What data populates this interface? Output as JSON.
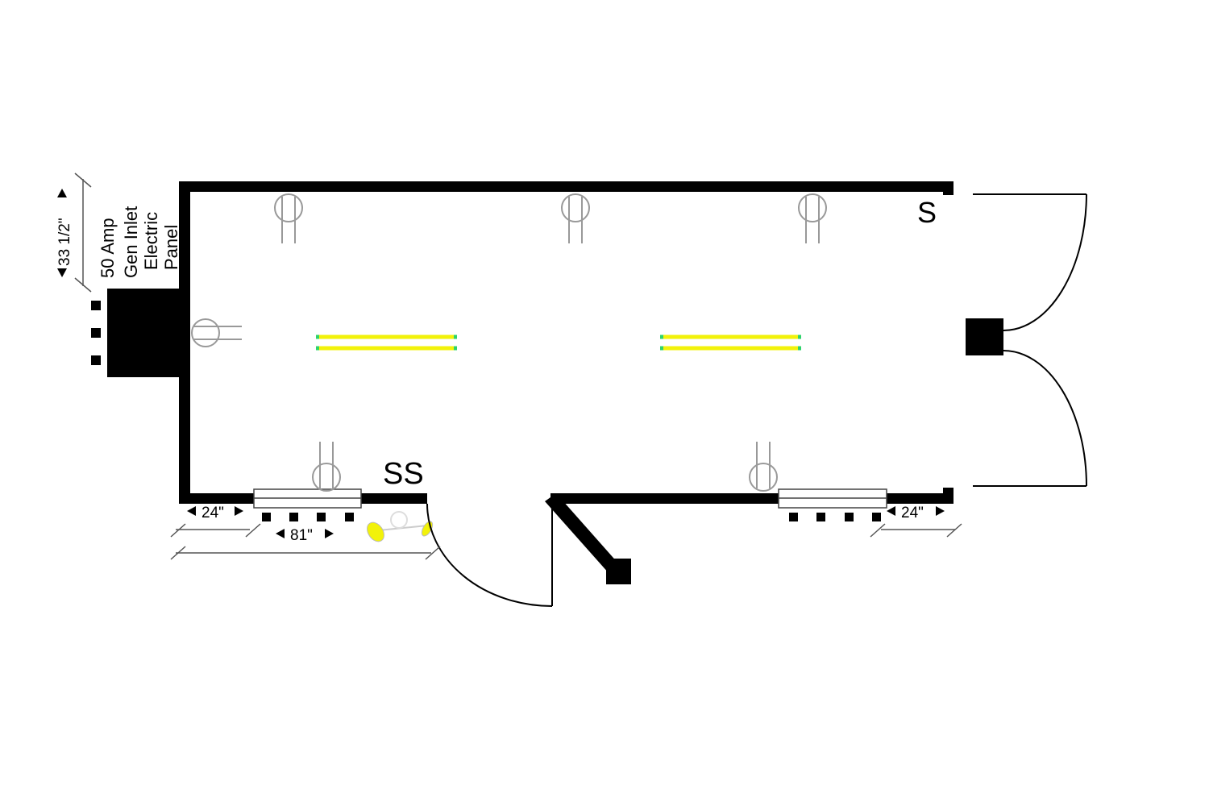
{
  "labels": {
    "panel_line1": "50 Amp",
    "panel_line2": "Gen Inlet",
    "panel_line3": "Electric",
    "panel_line4": "Panel",
    "switch_single": "S",
    "switch_double": "SS"
  },
  "dimensions": {
    "panel_height": "33 1/2\"",
    "left_offset": "24\"",
    "window_width": "81\"",
    "right_offset": "24\""
  },
  "colors": {
    "wall": "#000000",
    "light": "#f2f20a",
    "light_end": "#2fd36b",
    "outlet": "#999999"
  }
}
